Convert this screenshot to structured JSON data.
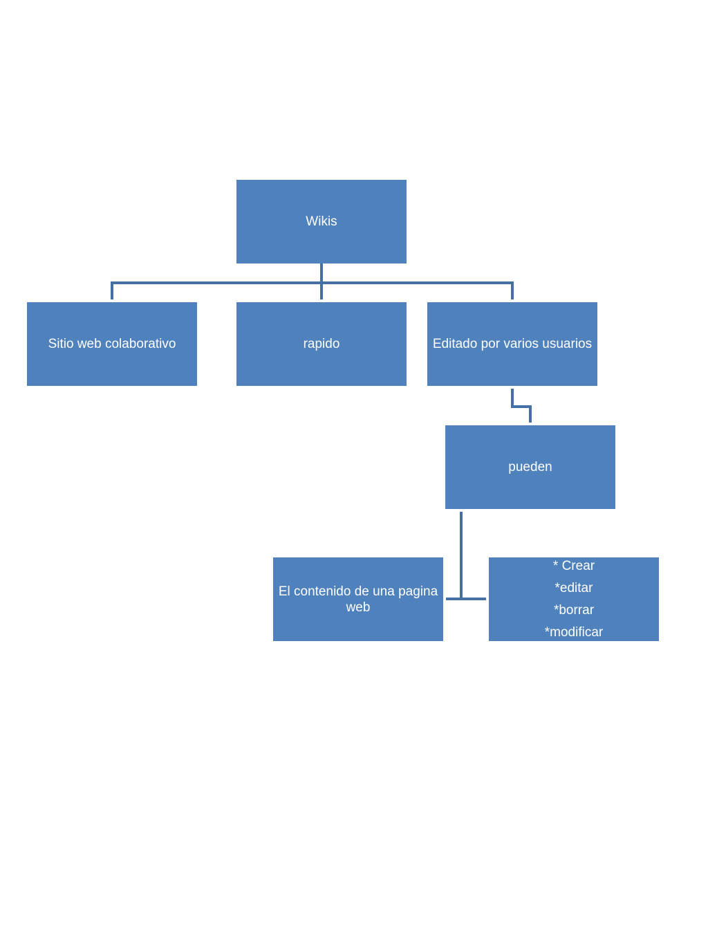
{
  "diagram": {
    "colors": {
      "node_fill": "#4f81bd",
      "node_text": "#ffffff",
      "connector": "#4470a3",
      "background": "#ffffff"
    },
    "root": {
      "label": "Wikis"
    },
    "level1": [
      {
        "label": "Sitio web colaborativo"
      },
      {
        "label": "rapido"
      },
      {
        "label": "Editado por varios usuarios"
      }
    ],
    "level2": {
      "label": "pueden"
    },
    "level3": {
      "left": {
        "label": "El contenido de una pagina web"
      },
      "right": {
        "lines": [
          "* Crear",
          "*editar",
          "*borrar",
          "*modificar"
        ]
      }
    }
  }
}
